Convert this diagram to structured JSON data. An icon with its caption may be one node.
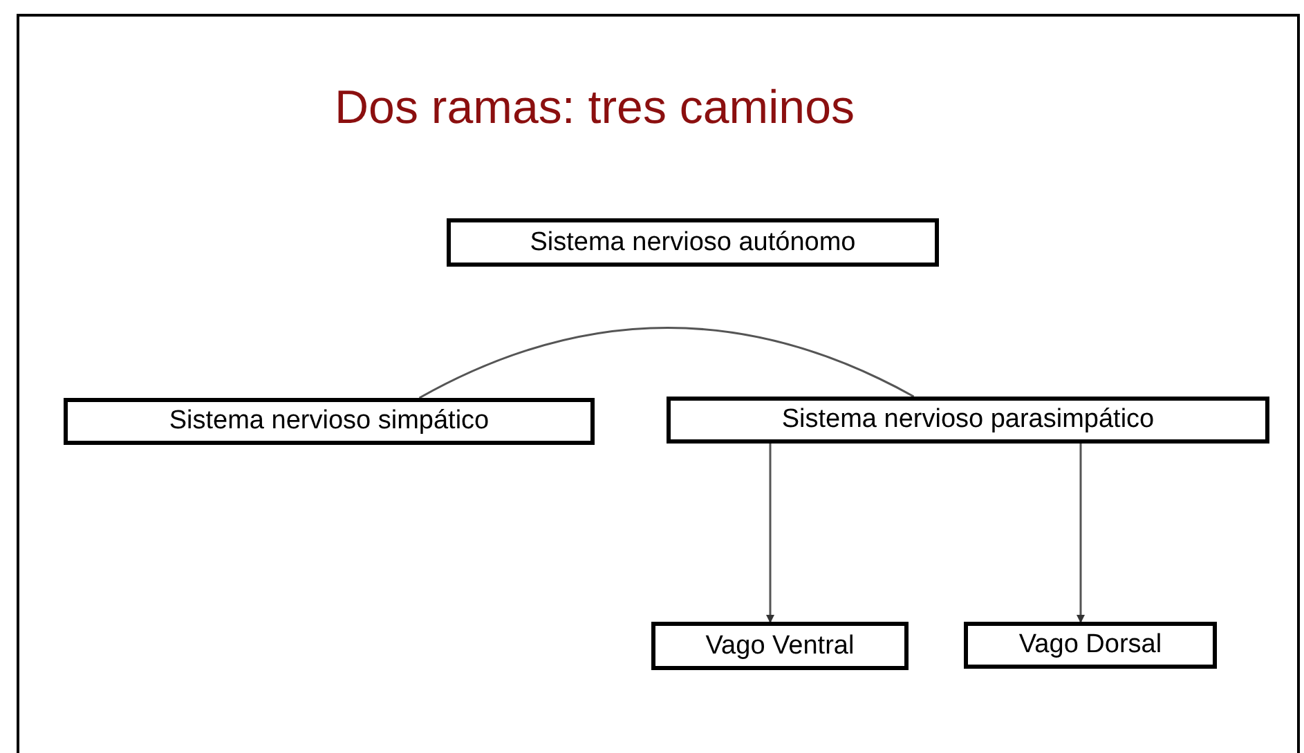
{
  "diagram": {
    "title": "Dos ramas: tres caminos",
    "nodes": [
      {
        "text": [
          "Sistema nervioso autónomo"
        ]
      },
      {
        "text": [
          "Sistema nervioso simpático"
        ]
      },
      {
        "text": [
          "Sistema nervioso parasimpático"
        ]
      },
      {
        "text": [
          "Vago Ventral"
        ]
      },
      {
        "text": [
          "Vago Dorsal"
        ]
      }
    ],
    "edges": [
      {
        "from": 1,
        "to": 2,
        "arrow": "none"
      },
      {
        "from": 2,
        "to": 3,
        "arrow": "to"
      },
      {
        "from": 2,
        "to": 4,
        "arrow": "to"
      }
    ]
  }
}
